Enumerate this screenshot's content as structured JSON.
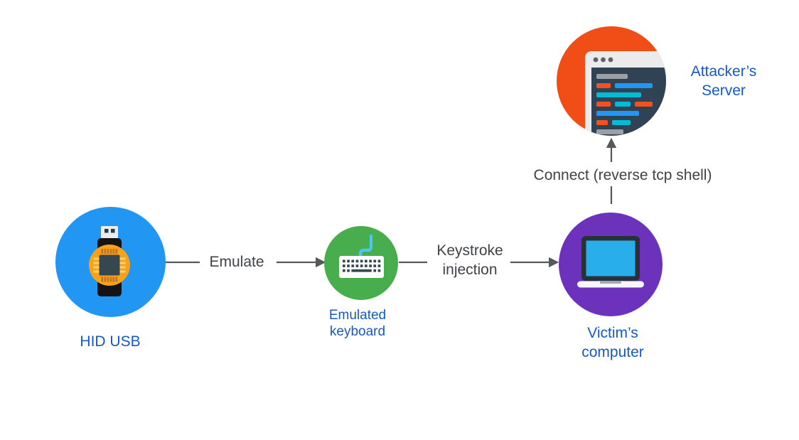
{
  "nodes": {
    "hid_usb": {
      "label": "HID USB",
      "color": "#2196F3",
      "icon": "usb-drive-icon"
    },
    "emulated_keyboard": {
      "label_line1": "Emulated",
      "label_line2": "keyboard",
      "color": "#48AD4C",
      "icon": "keyboard-icon"
    },
    "victim_computer": {
      "label_line1": "Victim’s",
      "label_line2": "computer",
      "color": "#6D32BC",
      "icon": "laptop-icon"
    },
    "attacker_server": {
      "label_line1": "Attacker’s",
      "label_line2": "Server",
      "color": "#F04E16",
      "icon": "code-window-icon"
    }
  },
  "edges": {
    "emulate": {
      "label": "Emulate"
    },
    "keystroke_injection": {
      "label_line1": "Keystroke",
      "label_line2": "injection"
    },
    "connect": {
      "label": "Connect (reverse tcp shell)"
    }
  },
  "colors": {
    "node_label_text": "#1659C4",
    "edge_label_text": "#3E4347",
    "connector": "#56595B",
    "background": "#FFFFFF",
    "code_line_blue": "#2196F3",
    "code_line_teal": "#00BCD4",
    "code_line_orange": "#F4511E",
    "code_line_gray": "#9AA0A6",
    "laptop_screen": "#29AEEC",
    "usb_chip_ring": "#F9A11B",
    "keyboard_cable": "#4EC6F5"
  }
}
